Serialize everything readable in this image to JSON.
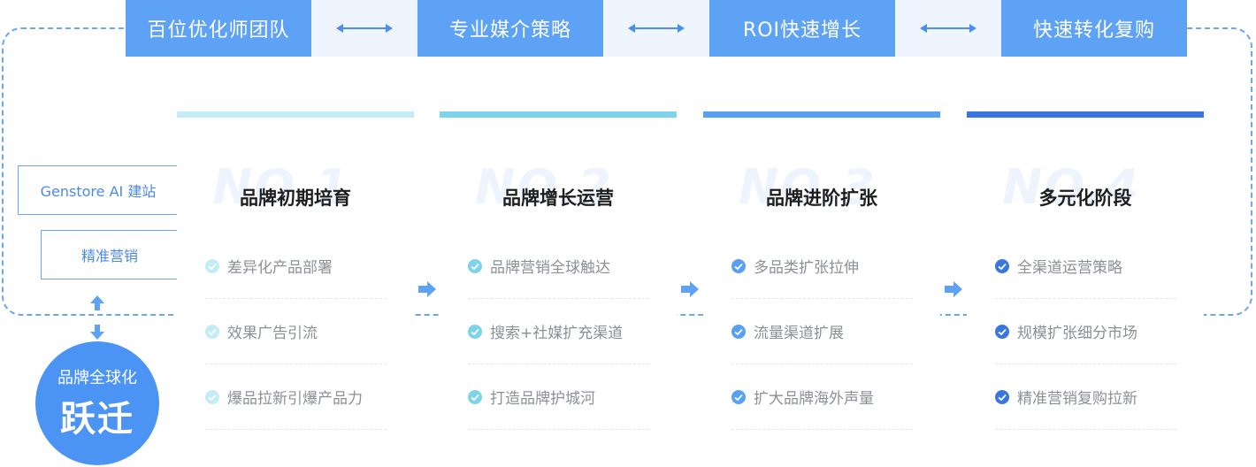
{
  "top_tabs": [
    "百位优化师团队",
    "专业媒介策略",
    "ROI快速增长",
    "快速转化复购"
  ],
  "side": {
    "box1": "Genstore AI 建站",
    "box2": "精准营销",
    "circle_line1": "品牌全球化",
    "circle_line2": "跃迁"
  },
  "columns": [
    {
      "num": "NO.1",
      "title": "品牌初期培育",
      "items": [
        "差异化产品部署",
        "效果广告引流",
        "爆品拉新引爆产品力"
      ],
      "color": "#c3ecf7"
    },
    {
      "num": "NO.2",
      "title": "品牌增长运营",
      "items": [
        "品牌营销全球触达",
        "搜索+社媒扩充渠道",
        "打造品牌护城河"
      ],
      "color": "#7dd4ea"
    },
    {
      "num": "NO.3",
      "title": "品牌进阶扩张",
      "items": [
        "多品类扩张拉伸",
        "流量渠道扩展",
        "扩大品牌海外声量"
      ],
      "color": "#5aa0f2"
    },
    {
      "num": "NO.4",
      "title": "多元化阶段",
      "items": [
        "全渠道运营策略",
        "规模扩张细分市场",
        "精准营销复购拉新"
      ],
      "color": "#3a76e0"
    }
  ],
  "colors": {
    "tab_blue": "#5ea2f5",
    "frame_dash": "#6aa8ee",
    "circle_blue": "#4c94f3",
    "text_gray": "#8c8f95"
  }
}
